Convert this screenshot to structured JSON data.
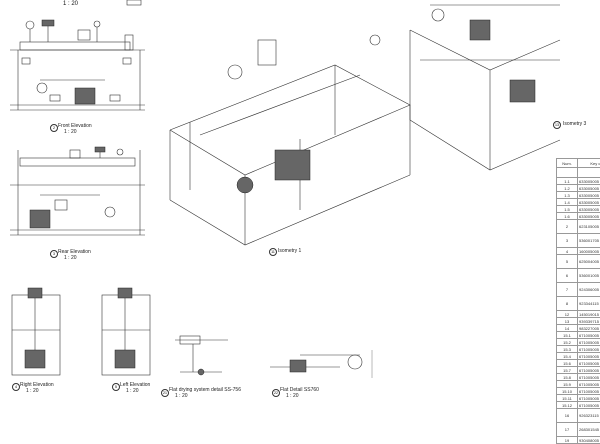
{
  "views": {
    "top_scale": "1 : 20",
    "front": {
      "num": "2",
      "title": "Front Elevation",
      "scale": "1 : 20"
    },
    "rear": {
      "num": "3",
      "title": "Rear Elevation",
      "scale": "1 : 20"
    },
    "right": {
      "num": "4",
      "title": "Right Elevation",
      "scale": "1 : 20"
    },
    "left": {
      "num": "5",
      "title": "Left Elevation",
      "scale": "1 : 20"
    },
    "flat_drying": {
      "num": "21",
      "title": "Flat drying system detail SS-756",
      "scale": "1 : 20"
    },
    "flat_detail": {
      "num": "22",
      "title": "Flat Detail SS760",
      "scale": "1 : 20"
    },
    "iso1": {
      "num": "11",
      "title": "Isometry 1"
    },
    "iso3": {
      "num": "13",
      "title": "Isometry 3"
    }
  },
  "table": {
    "headers": [
      "Num.",
      "Key co"
    ],
    "rows": [
      {
        "num": "",
        "code": "",
        "size": "blank"
      },
      {
        "num": "1.1",
        "code": "633005005"
      },
      {
        "num": "1.2",
        "code": "633005005"
      },
      {
        "num": "1.3",
        "code": "633005005"
      },
      {
        "num": "1.4",
        "code": "633005005"
      },
      {
        "num": "1.5",
        "code": "633005005"
      },
      {
        "num": "1.6",
        "code": "633005005"
      },
      {
        "num": "2",
        "code": "623105005",
        "size": "tall"
      },
      {
        "num": "3",
        "code": "536001705",
        "size": "tall"
      },
      {
        "num": "4",
        "code": "160005005"
      },
      {
        "num": "5",
        "code": "625004005",
        "size": "tall"
      },
      {
        "num": "6",
        "code": "536001005",
        "size": "tall"
      },
      {
        "num": "7",
        "code": "924306005",
        "size": "tall"
      },
      {
        "num": "8",
        "code": "923344115",
        "size": "tall"
      },
      {
        "num": "12",
        "code": "145019015"
      },
      {
        "num": "13",
        "code": "939339715"
      },
      {
        "num": "14",
        "code": "983227005"
      },
      {
        "num": "15.1",
        "code": "671005005"
      },
      {
        "num": "15.2",
        "code": "671005005"
      },
      {
        "num": "15.3",
        "code": "671005005"
      },
      {
        "num": "15.4",
        "code": "671005005"
      },
      {
        "num": "15.6",
        "code": "671005005"
      },
      {
        "num": "15.7",
        "code": "671005005"
      },
      {
        "num": "15.8",
        "code": "671005005"
      },
      {
        "num": "15.9",
        "code": "671005005"
      },
      {
        "num": "15.10",
        "code": "671005005"
      },
      {
        "num": "15.11",
        "code": "671005005"
      },
      {
        "num": "15.12",
        "code": "671005005"
      },
      {
        "num": "16",
        "code": "926323115",
        "size": "tall"
      },
      {
        "num": "17",
        "code": "268301545",
        "size": "tall"
      },
      {
        "num": "19",
        "code": "930408005"
      }
    ]
  }
}
